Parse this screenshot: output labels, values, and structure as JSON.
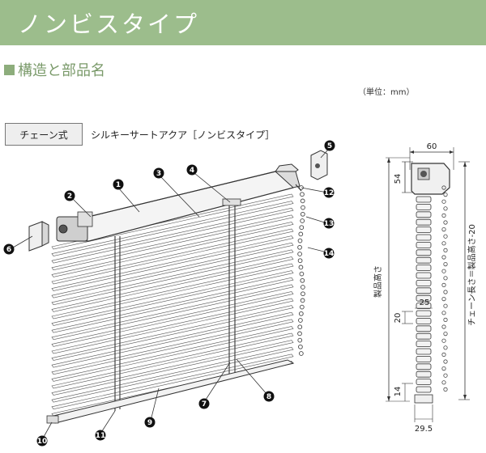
{
  "header": {
    "title": "ノンビスタイプ"
  },
  "section": {
    "title": "構造と部品名"
  },
  "unit_note": "（単位：mm）",
  "operation_badge": "チェーン式",
  "product_name": "シルキーサートアクア［ノンビスタイプ］",
  "callouts": {
    "n1": "1",
    "n2": "2",
    "n3": "3",
    "n4": "4",
    "n5": "5",
    "n6": "6",
    "n7": "7",
    "n8": "8",
    "n9": "9",
    "n10": "10",
    "n11": "11",
    "n12": "12",
    "n13": "13",
    "n14": "14"
  },
  "dimensions": {
    "width_top": "60",
    "head_height": "54",
    "product_height_label": "製品高さ",
    "chain_length_label": "チェーン長さ＝製品高さ-20",
    "slat_width": "25",
    "slat_pitch": "20",
    "bottom_height": "14",
    "bottom_width": "29.5"
  },
  "colors": {
    "banner": "#9cbd8c",
    "accent": "#8dad7c",
    "line": "#333333"
  }
}
